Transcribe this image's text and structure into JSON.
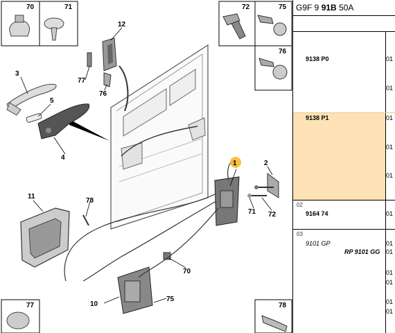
{
  "diagram": {
    "callouts": [
      {
        "id": "c1",
        "label": "1"
      },
      {
        "id": "c2",
        "label": "2"
      },
      {
        "id": "c3",
        "label": "3"
      },
      {
        "id": "c4",
        "label": "4"
      },
      {
        "id": "c5",
        "label": "5"
      },
      {
        "id": "c10",
        "label": "10"
      },
      {
        "id": "c11",
        "label": "11"
      },
      {
        "id": "c12",
        "label": "12"
      },
      {
        "id": "c70",
        "label": "70"
      },
      {
        "id": "c71",
        "label": "71"
      },
      {
        "id": "c72",
        "label": "72"
      },
      {
        "id": "c75",
        "label": "75"
      },
      {
        "id": "c76",
        "label": "76"
      },
      {
        "id": "c77",
        "label": "77"
      },
      {
        "id": "c78",
        "label": "78"
      }
    ],
    "detail_boxes": [
      {
        "id": "b70",
        "label": "70"
      },
      {
        "id": "b71",
        "label": "71"
      },
      {
        "id": "b72",
        "label": "72"
      },
      {
        "id": "b75",
        "label": "75"
      },
      {
        "id": "b76",
        "label": "76"
      },
      {
        "id": "b77",
        "label": "77"
      },
      {
        "id": "b78",
        "label": "78"
      }
    ]
  },
  "panel": {
    "header_prefix": "G9F 9",
    "header_bold": "91B",
    "header_suffix": "50A",
    "rows": [
      {
        "ref": "",
        "part": "9138 P0",
        "qty": [
          "01",
          "01"
        ],
        "highlight": false
      },
      {
        "ref": "",
        "part": "9138 P1",
        "qty": [
          "01",
          "01",
          "01"
        ],
        "highlight": true
      },
      {
        "ref": "02",
        "part": "9164 74",
        "qty": [
          "01"
        ],
        "highlight": false
      },
      {
        "ref": "03",
        "part": "9101 GP",
        "part2": "RP 9101 GG",
        "qty": [
          "01",
          "01",
          "01",
          "01",
          "01",
          "01"
        ],
        "highlight": false
      }
    ]
  }
}
